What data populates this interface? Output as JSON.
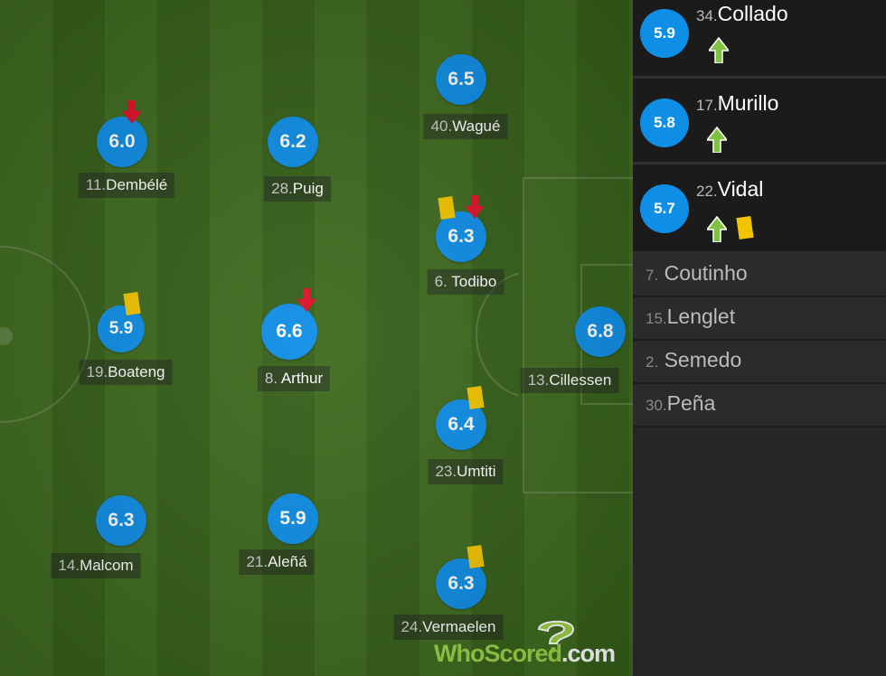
{
  "pitch_players": [
    {
      "id": "dembele",
      "rating": "6.0",
      "num": "11.",
      "name": "Dembélé"
    },
    {
      "id": "puig",
      "rating": "6.2",
      "num": "28.",
      "name": "Puig"
    },
    {
      "id": "wague",
      "rating": "6.5",
      "num": "40.",
      "name": "Wagué"
    },
    {
      "id": "todibo",
      "rating": "6.3",
      "num": "6. ",
      "name": "Todibo"
    },
    {
      "id": "boateng",
      "rating": "5.9",
      "num": "19.",
      "name": "Boateng"
    },
    {
      "id": "arthur",
      "rating": "6.6",
      "num": "8. ",
      "name": "Arthur"
    },
    {
      "id": "cillessen",
      "rating": "6.8",
      "num": "13.",
      "name": "Cillessen"
    },
    {
      "id": "umtiti",
      "rating": "6.4",
      "num": "23.",
      "name": "Umtiti"
    },
    {
      "id": "malcom",
      "rating": "6.3",
      "num": "14.",
      "name": "Malcom"
    },
    {
      "id": "alena",
      "rating": "5.9",
      "num": "21.",
      "name": "Aleñá"
    },
    {
      "id": "vermaelen",
      "rating": "6.3",
      "num": "24.",
      "name": "Vermaelen"
    }
  ],
  "substitutes_used": [
    {
      "rating": "5.9",
      "num": "34.",
      "name": "Collado",
      "yellow_card": false
    },
    {
      "rating": "5.8",
      "num": "17.",
      "name": "Murillo",
      "yellow_card": false
    },
    {
      "rating": "5.7",
      "num": "22.",
      "name": "Vidal",
      "yellow_card": true
    }
  ],
  "bench": [
    {
      "num": "7.",
      "name": "Coutinho"
    },
    {
      "num": "15.",
      "name": "Lenglet"
    },
    {
      "num": "2.",
      "name": "Semedo"
    },
    {
      "num": "30.",
      "name": "Peña"
    }
  ],
  "logo": {
    "part1": "WhoScored",
    "part2": ".com"
  },
  "colors": {
    "rating_blue": "#0f8ee6",
    "yellow_card": "#f2c400",
    "sub_off_arrow": "#e0102a",
    "sub_on_arrow": "#7fc241",
    "logo_green": "#9bd146"
  }
}
